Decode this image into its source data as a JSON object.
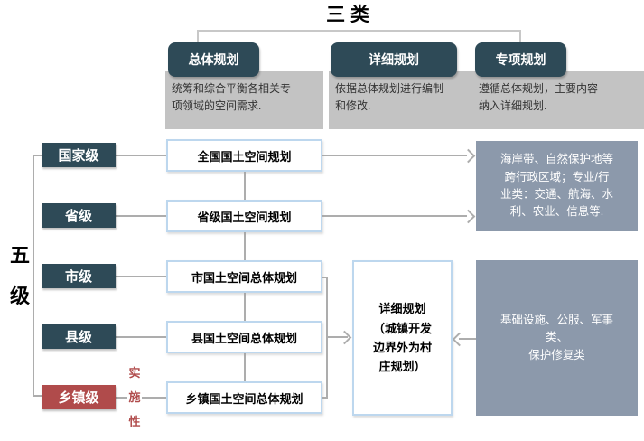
{
  "title": "三 类",
  "left_axis": {
    "label": "五级"
  },
  "categories": [
    {
      "label": "总体规划",
      "desc": "统筹和综合平衡各相关专\n项领域的空间需求."
    },
    {
      "label": "详细规划",
      "desc": "依据总体规划进行编制\n和修改."
    },
    {
      "label": "专项规划",
      "desc": "遵循总体规划，主要内容\n纳入详细规划."
    }
  ],
  "levels": [
    {
      "label": "国家级",
      "plan": "全国国土空间规划"
    },
    {
      "label": "省级",
      "plan": "省级国土空间规划"
    },
    {
      "label": "市级",
      "plan": "市国土空间总体规划"
    },
    {
      "label": "县级",
      "plan": "县国土空间总体规划"
    },
    {
      "label": "乡镇级",
      "plan": "乡镇国土空间总体规划",
      "highlighted": true
    }
  ],
  "implementation_note": "实施性",
  "detail_plan_box": "详细规划\n（城镇开发\n边界外为村\n庄规划）",
  "special_notes": {
    "top": "海岸带、自然保护地等\n跨行政区域；专业/行\n业类：交通、航海、水\n利、农业、信息等.",
    "bottom": "基础设施、公服、军事\n类、\n保护修复类"
  },
  "colors": {
    "dark_teal": "#2E4A57",
    "highlight_red": "#B04B4B",
    "light_gray": "#C3C3C3",
    "slate_gray": "#8C99AB",
    "light_blue_border": "#BDD7EE",
    "connector_gray": "#ADADAD"
  }
}
